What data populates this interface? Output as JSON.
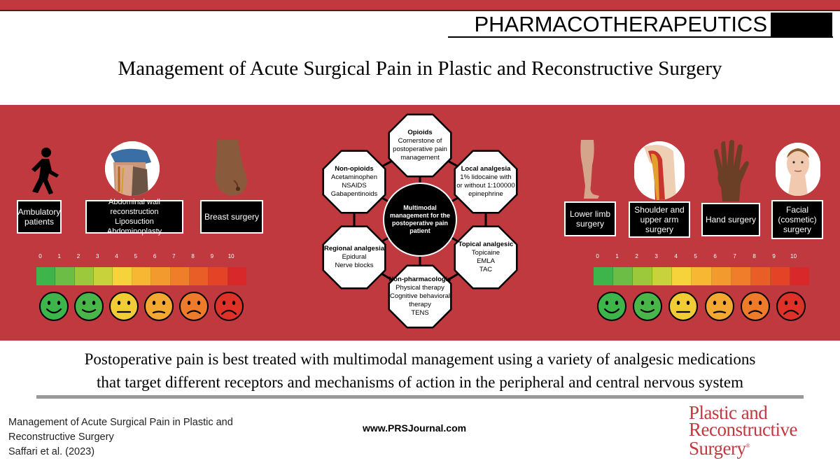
{
  "header": {
    "section": "PHARMACOTHERAPEUTICS",
    "title": "Management of Acute Surgical Pain in Plastic and Reconstructive Surgery"
  },
  "left_procedures": [
    {
      "label": "Ambulatory\npatients",
      "icon": "walking-person-icon"
    },
    {
      "label": "Abdominal wall reconstruction\nLiposuction\nAbdominoplasty",
      "icon": "abdomen-illustration"
    },
    {
      "label": "Breast surgery",
      "icon": "breast-illustration"
    }
  ],
  "right_procedures": [
    {
      "label": "Lower limb\nsurgery",
      "icon": "leg-illustration"
    },
    {
      "label": "Shoulder and\nupper arm\nsurgery",
      "icon": "shoulder-illustration"
    },
    {
      "label": "Hand surgery",
      "icon": "hand-illustration"
    },
    {
      "label": "Facial\n(cosmetic)\nsurgery",
      "icon": "face-illustration"
    }
  ],
  "pain_scale": {
    "numbers": [
      "0",
      "1",
      "2",
      "3",
      "4",
      "5",
      "6",
      "7",
      "8",
      "9",
      "10"
    ],
    "colors": [
      "#3db54a",
      "#6cbd45",
      "#9cc83b",
      "#c8d23a",
      "#f6d33a",
      "#f7b733",
      "#f39a2e",
      "#ef7d2a",
      "#e95e27",
      "#e44325",
      "#d9282a"
    ],
    "faces": [
      {
        "mood": "very-happy",
        "color": "#3db54a"
      },
      {
        "mood": "happy",
        "color": "#49b64a"
      },
      {
        "mood": "neutral",
        "color": "#f2cc35"
      },
      {
        "mood": "slightly-sad",
        "color": "#f3a832"
      },
      {
        "mood": "sad",
        "color": "#ee7b2a"
      },
      {
        "mood": "very-sad",
        "color": "#de3127"
      }
    ]
  },
  "center": {
    "label": "Multimodal\nmanagement for the\npostoperative pain\npatient"
  },
  "strategies": [
    {
      "title": "Opioids",
      "body": "Cornerstone of\npostoperative pain\nmanagement"
    },
    {
      "title": "Local analgesia",
      "body": "1% lidocaine with\nor without 1:100000\nepinephrine"
    },
    {
      "title": "Topical analgesic",
      "body": "Topicaine\nEMLA\nTAC"
    },
    {
      "title": "Non-pharmacologic",
      "body": "Physical therapy\nCognitive behavioral\ntherapy\nTENS"
    },
    {
      "title": "Regional analgesia",
      "body": "Epidural\nNerve blocks"
    },
    {
      "title": "Non-opioids",
      "body": "Acetaminophen\nNSAIDS\nGabapentinoids"
    }
  ],
  "conclusion": {
    "line1": "Postoperative pain is best treated with multimodal management using a variety of analgesic medications",
    "line2": "that target different receptors and mechanisms of action in the peripheral and central nervous system"
  },
  "footer": {
    "citation_line1": "Management of Acute Surgical Pain in Plastic and",
    "citation_line2": "Reconstructive Surgery",
    "citation_line3": "Saffari et al. (2023)",
    "url": "www.PRSJournal.com",
    "logo_line1": "Plastic and",
    "logo_line2": "Reconstructive",
    "logo_line3": "Surgery",
    "logo_mark": "®"
  },
  "colors": {
    "brand_red": "#c0393f",
    "black": "#000000"
  }
}
